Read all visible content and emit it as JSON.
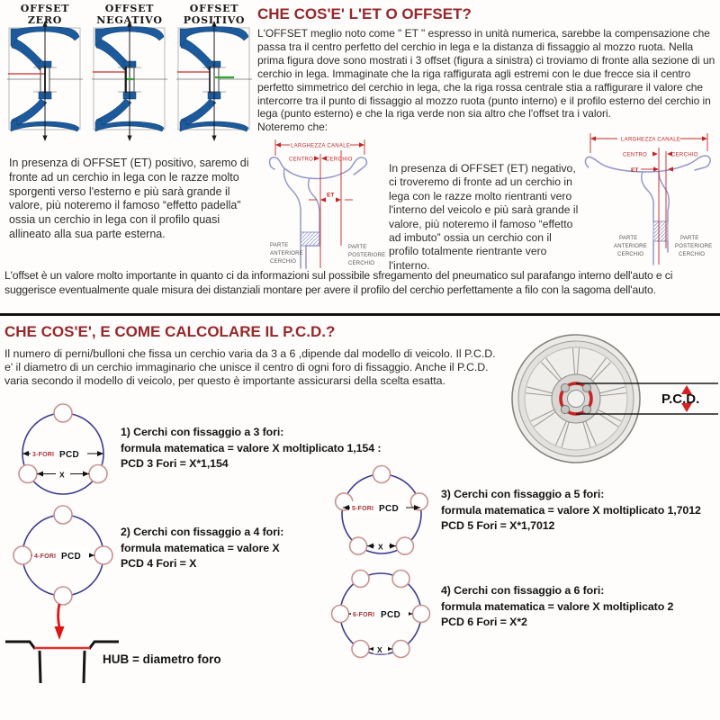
{
  "offset_section": {
    "title": "CHE COS'E' L'ET O OFFSET?",
    "intro": "L'OFFSET meglio noto come \" ET \" espresso in unità numerica, sarebbe la compensazione che passa tra il centro perfetto del cerchio in lega e la distanza di fissaggio al mozzo ruota. Nella prima figura dove sono mostrati i 3 offset (figura a sinistra) ci troviamo di fronte alla sezione di un cerchio in lega. Immaginate che la riga raffigurata agli estremi con le due frecce sia il centro perfetto simmetrico del cerchio in lega, che la riga rossa centrale stia a raffigurare il valore che intercorre tra il punto di fissaggio al mozzo ruota (punto interno) e il profilo esterno del cerchio in lega (punto esterno) e che la riga verde non sia altro che l'offset tra i valori.",
    "intro_tail": "Noteremo che:",
    "diagram_titles": [
      {
        "line1": "OFFSET",
        "line2": "ZERO"
      },
      {
        "line1": "OFFSET",
        "line2": "NEGATIVO"
      },
      {
        "line1": "OFFSET",
        "line2": "POSITIVO"
      }
    ],
    "positive_paragraph": "In presenza di OFFSET (ET) positivo, saremo di fronte ad un cerchio in lega con le razze molto sporgenti verso l'esterno  e più sarà grande il valore, più noteremo il famoso “effetto padella” ossia un cerchio in lega con il profilo quasi allineato alla sua parte esterna.",
    "negative_paragraph": "In presenza di OFFSET (ET) negativo, ci troveremo di fronte ad un cerchio in lega con le razze molto rientranti vero l'interno del veicolo e più sarà grande il valore, più noteremo il famoso “effetto ad imbuto” ossia un cerchio con il profilo totalmente rientrante vero l'interno.",
    "closing_paragraph": "L'offset è un valore molto importante in quanto ci da informazioni sul possibile sfregamento del pneumatico sul parafango interno dell'auto e ci suggerisce eventualmente quale misura dei distanziali montare per avere il profilo del cerchio perfettamente a filo con la sagoma dell'auto.",
    "rim_labels": {
      "larghezza_canale": "LARGHEZZA  CANALE",
      "centro": "CENTRO",
      "cerchio": "CERCHIO",
      "et": "ET",
      "parte": "PARTE",
      "anteriore": "ANTERIORE",
      "posteriore": "POSTERIORE",
      "cerchio_word": "CERCHIO"
    }
  },
  "pcd_section": {
    "title": "CHE COS'E', E COME CALCOLARE IL P.C.D.?",
    "intro": "Il numero di perni/bulloni che fissa un cerchio varia da 3 a 6 ,dipende dal modello di veicolo. Il P.C.D. e' il diametro di un cerchio immaginario che unisce il centro di ogni foro di fissaggio. Anche il P.C.D. varia secondo il modello di veicolo, per questo è importante assicurarsi della scelta esatta.",
    "pcd_arrow_label": "P.C.D.",
    "hub_caption": "HUB = diametro foro",
    "formulas": [
      {
        "heading": "1) Cerchi con fissaggio a 3 fori:",
        "line1": "formula matematica = valore X moltiplicato 1,154 :",
        "line2": "PCD 3 Fori = X*1,154",
        "fori": "3-FORI",
        "pcd": "PCD",
        "x": "X"
      },
      {
        "heading": "2) Cerchi con fissaggio a 4 fori:",
        "line1": "formula matematica = valore X",
        "line2": "PCD 4 Fori = X",
        "fori": "4-FORI",
        "pcd": "PCD"
      },
      {
        "heading": "3) Cerchi con fissaggio a 5 fori:",
        "line1": "formula matematica = valore X moltiplicato 1,7012",
        "line2": "PCD 5 Fori = X*1,7012",
        "fori": "5-FORI",
        "pcd": "PCD",
        "x": "X"
      },
      {
        "heading": "4) Cerchi con fissaggio a 6 fori:",
        "line1": "formula matematica = valore X moltiplicato 2",
        "line2": "PCD 6 Fori = X*2",
        "fori": "6-FORI",
        "pcd": "PCD",
        "x": "X"
      }
    ]
  },
  "colors": {
    "heading_red": "#97272a",
    "dimension_red": "#c22525",
    "offset_line_red": "#cf2b2b",
    "offset_line_green": "#2fa334",
    "wheel_blue": "#1d5a9b",
    "rim_outline_violet": "#9398c9",
    "pcd_circle_blue": "#3d3d8f",
    "hole_outline_rose": "#c9908f",
    "pcd_ring_red": "#c92222"
  }
}
